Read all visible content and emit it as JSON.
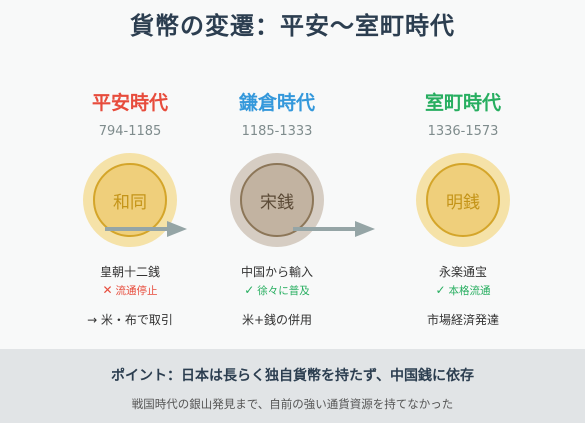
{
  "title": "貨幣の変遷：平安〜室町時代",
  "eras": [
    {
      "name": "平安時代",
      "years": "794-1185",
      "name_color": "#e74c3c",
      "coin_text": "和同",
      "coin_outer": "#f5e2a8",
      "coin_inner_fill": "#efcf7b",
      "coin_border": "#d4a52a",
      "coin_text_color": "#c49418",
      "line1": "皇朝十二銭",
      "status_mark": "✕",
      "status_text": "流通停止",
      "status_color": "#e74c3c",
      "line3": "→ 米・布で取引"
    },
    {
      "name": "鎌倉時代",
      "years": "1185-1333",
      "name_color": "#3498db",
      "coin_text": "宋銭",
      "coin_outer": "#d6cdc3",
      "coin_inner_fill": "#c2b3a1",
      "coin_border": "#8c7658",
      "coin_text_color": "#5b4a36",
      "line1": "中国から輸入",
      "status_mark": "✓",
      "status_text": "徐々に普及",
      "status_color": "#27ae60",
      "line3": "米+銭の併用"
    },
    {
      "name": "室町時代",
      "years": "1336-1573",
      "name_color": "#27ae60",
      "coin_text": "明銭",
      "coin_outer": "#f5e2a8",
      "coin_inner_fill": "#efcf7b",
      "coin_border": "#d4a52a",
      "coin_text_color": "#c49418",
      "line1": "永楽通宝",
      "status_mark": "✓",
      "status_text": "本格流通",
      "status_color": "#27ae60",
      "line3": "市場経済発達"
    }
  ],
  "arrow_color": "#95a5a6",
  "point": "ポイント：日本は長らく独自貨幣を持たず、中国銭に依存",
  "note": "戦国時代の銀山発見まで、自前の強い通貨資源を持てなかった"
}
